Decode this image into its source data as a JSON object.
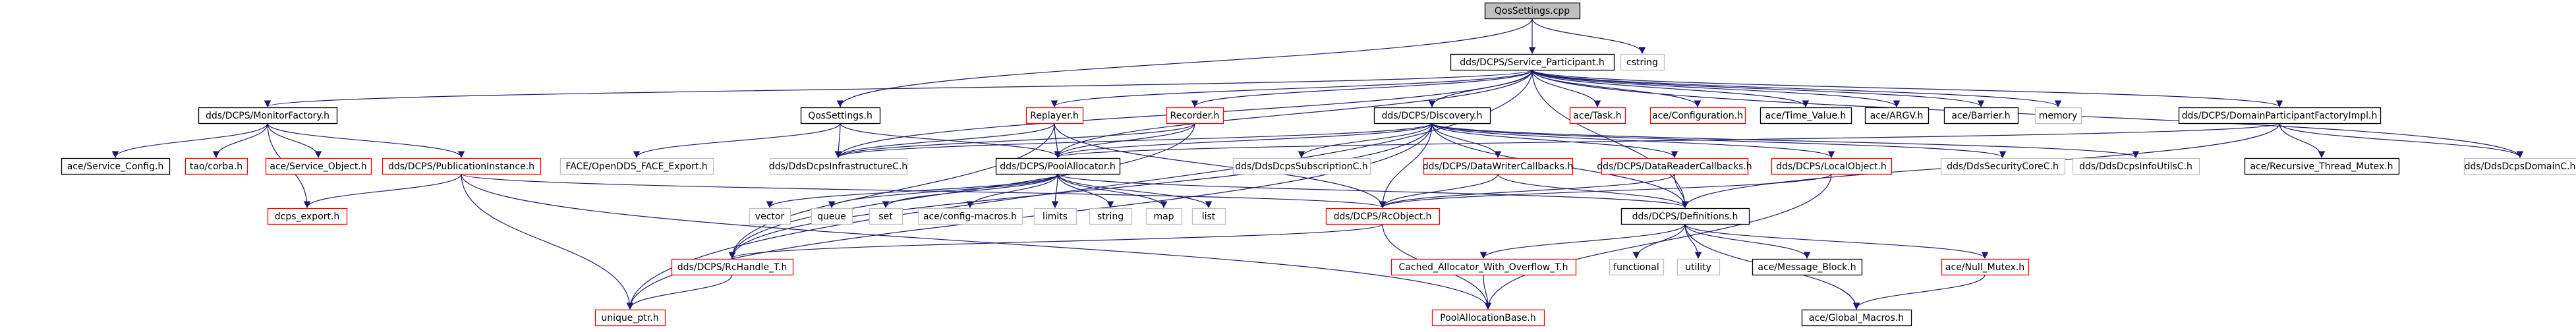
{
  "nodes": {
    "qossettings_cpp": {
      "label": "QosSettings.cpp",
      "style": "root"
    },
    "service_participant": {
      "label": "dds/DCPS/Service_Participant.h",
      "style": "black"
    },
    "cstring": {
      "label": "cstring",
      "style": "gray"
    },
    "monitor_factory": {
      "label": "dds/DCPS/MonitorFactory.h",
      "style": "black"
    },
    "qossettings_h": {
      "label": "QosSettings.h",
      "style": "black"
    },
    "replayer": {
      "label": "Replayer.h",
      "style": "red"
    },
    "recorder": {
      "label": "Recorder.h",
      "style": "red"
    },
    "discovery": {
      "label": "dds/DCPS/Discovery.h",
      "style": "black"
    },
    "ace_task": {
      "label": "ace/Task.h",
      "style": "red"
    },
    "ace_configuration": {
      "label": "ace/Configuration.h",
      "style": "red"
    },
    "ace_time_value": {
      "label": "ace/Time_Value.h",
      "style": "black"
    },
    "ace_argv": {
      "label": "ace/ARGV.h",
      "style": "black"
    },
    "ace_barrier": {
      "label": "ace/Barrier.h",
      "style": "black"
    },
    "memory": {
      "label": "memory",
      "style": "gray"
    },
    "domain_participant_factory_impl": {
      "label": "dds/DCPS/DomainParticipantFactoryImpl.h",
      "style": "black"
    },
    "ace_service_config": {
      "label": "ace/Service_Config.h",
      "style": "black"
    },
    "tao_corba": {
      "label": "tao/corba.h",
      "style": "red"
    },
    "ace_service_object": {
      "label": "ace/Service_Object.h",
      "style": "red"
    },
    "publication_instance": {
      "label": "dds/DCPS/PublicationInstance.h",
      "style": "red"
    },
    "face_opendds_face_export": {
      "label": "FACE/OpenDDS_FACE_Export.h",
      "style": "gray"
    },
    "dds_dcps_infrastructure_c": {
      "label": "dds/DdsDcpsInfrastructureC.h",
      "style": "gray"
    },
    "pool_allocator": {
      "label": "dds/DCPS/PoolAllocator.h",
      "style": "black"
    },
    "dds_dcps_subscription_c": {
      "label": "dds/DdsDcpsSubscriptionC.h",
      "style": "gray"
    },
    "data_writer_callbacks": {
      "label": "dds/DCPS/DataWriterCallbacks.h",
      "style": "red"
    },
    "data_reader_callbacks": {
      "label": "dds/DCPS/DataReaderCallbacks.h",
      "style": "red"
    },
    "local_object": {
      "label": "dds/DCPS/LocalObject.h",
      "style": "red"
    },
    "dds_security_core_c": {
      "label": "dds/DdsSecurityCoreC.h",
      "style": "gray"
    },
    "dds_dcps_info_utils_c": {
      "label": "dds/DdsDcpsInfoUtilsC.h",
      "style": "gray"
    },
    "ace_recursive_thread_mutex": {
      "label": "ace/Recursive_Thread_Mutex.h",
      "style": "black"
    },
    "dds_dcps_domain_c": {
      "label": "dds/DdsDcpsDomainC.h",
      "style": "gray"
    },
    "dcps_export": {
      "label": "dcps_export.h",
      "style": "red"
    },
    "vector": {
      "label": "vector",
      "style": "gray"
    },
    "queue": {
      "label": "queue",
      "style": "gray"
    },
    "set": {
      "label": "set",
      "style": "gray"
    },
    "ace_config_macros": {
      "label": "ace/config-macros.h",
      "style": "gray"
    },
    "limits": {
      "label": "limits",
      "style": "gray"
    },
    "string": {
      "label": "string",
      "style": "gray"
    },
    "map": {
      "label": "map",
      "style": "gray"
    },
    "list": {
      "label": "list",
      "style": "gray"
    },
    "rc_object": {
      "label": "dds/DCPS/RcObject.h",
      "style": "red"
    },
    "definitions": {
      "label": "dds/DCPS/Definitions.h",
      "style": "black"
    },
    "rc_handle_t": {
      "label": "dds/DCPS/RcHandle_T.h",
      "style": "red"
    },
    "cached_allocator": {
      "label": "Cached_Allocator_With_Overflow_T.h",
      "style": "red"
    },
    "functional": {
      "label": "functional",
      "style": "gray"
    },
    "utility": {
      "label": "utility",
      "style": "gray"
    },
    "ace_message_block": {
      "label": "ace/Message_Block.h",
      "style": "black"
    },
    "ace_null_mutex": {
      "label": "ace/Null_Mutex.h",
      "style": "red"
    },
    "unique_ptr": {
      "label": "unique_ptr.h",
      "style": "red"
    },
    "pool_allocation_base": {
      "label": "PoolAllocationBase.h",
      "style": "red"
    },
    "ace_global_macros": {
      "label": "ace/Global_Macros.h",
      "style": "black"
    }
  },
  "edges": [
    [
      "qossettings_cpp",
      "service_participant"
    ],
    [
      "qossettings_cpp",
      "cstring"
    ],
    [
      "qossettings_cpp",
      "qossettings_h"
    ],
    [
      "service_participant",
      "monitor_factory"
    ],
    [
      "service_participant",
      "replayer"
    ],
    [
      "service_participant",
      "recorder"
    ],
    [
      "service_participant",
      "discovery"
    ],
    [
      "service_participant",
      "ace_task"
    ],
    [
      "service_participant",
      "ace_configuration"
    ],
    [
      "service_participant",
      "ace_time_value"
    ],
    [
      "service_participant",
      "ace_argv"
    ],
    [
      "service_participant",
      "ace_barrier"
    ],
    [
      "service_participant",
      "memory"
    ],
    [
      "service_participant",
      "domain_participant_factory_impl"
    ],
    [
      "service_participant",
      "dds_dcps_infrastructure_c"
    ],
    [
      "service_participant",
      "pool_allocator"
    ],
    [
      "service_participant",
      "dds_dcps_domain_c"
    ],
    [
      "service_participant",
      "unique_ptr"
    ],
    [
      "service_participant",
      "definitions"
    ],
    [
      "monitor_factory",
      "ace_service_config"
    ],
    [
      "monitor_factory",
      "tao_corba"
    ],
    [
      "monitor_factory",
      "ace_service_object"
    ],
    [
      "monitor_factory",
      "publication_instance"
    ],
    [
      "monitor_factory",
      "dcps_export"
    ],
    [
      "qossettings_h",
      "face_opendds_face_export"
    ],
    [
      "qossettings_h",
      "dds_dcps_infrastructure_c"
    ],
    [
      "qossettings_h",
      "pool_allocator"
    ],
    [
      "replayer",
      "dds_dcps_infrastructure_c"
    ],
    [
      "replayer",
      "pool_allocator"
    ],
    [
      "replayer",
      "rc_object"
    ],
    [
      "replayer",
      "rc_handle_t"
    ],
    [
      "recorder",
      "dds_dcps_infrastructure_c"
    ],
    [
      "recorder",
      "pool_allocator"
    ],
    [
      "recorder",
      "rc_handle_t"
    ],
    [
      "discovery",
      "dds_dcps_infrastructure_c"
    ],
    [
      "discovery",
      "pool_allocator"
    ],
    [
      "discovery",
      "dds_dcps_subscription_c"
    ],
    [
      "discovery",
      "data_writer_callbacks"
    ],
    [
      "discovery",
      "data_reader_callbacks"
    ],
    [
      "discovery",
      "local_object"
    ],
    [
      "discovery",
      "dds_security_core_c"
    ],
    [
      "discovery",
      "dds_dcps_info_utils_c"
    ],
    [
      "discovery",
      "rc_object"
    ],
    [
      "discovery",
      "rc_handle_t"
    ],
    [
      "discovery",
      "unique_ptr"
    ],
    [
      "discovery",
      "definitions"
    ],
    [
      "domain_participant_factory_impl",
      "ace_recursive_thread_mutex"
    ],
    [
      "domain_participant_factory_impl",
      "dds_dcps_domain_c"
    ],
    [
      "domain_participant_factory_impl",
      "pool_allocator"
    ],
    [
      "domain_participant_factory_impl",
      "definitions"
    ],
    [
      "publication_instance",
      "dcps_export"
    ],
    [
      "publication_instance",
      "rc_object"
    ],
    [
      "publication_instance",
      "unique_ptr"
    ],
    [
      "publication_instance",
      "pool_allocation_base"
    ],
    [
      "pool_allocator",
      "vector"
    ],
    [
      "pool_allocator",
      "queue"
    ],
    [
      "pool_allocator",
      "set"
    ],
    [
      "pool_allocator",
      "ace_config_macros"
    ],
    [
      "pool_allocator",
      "limits"
    ],
    [
      "pool_allocator",
      "string"
    ],
    [
      "pool_allocator",
      "map"
    ],
    [
      "pool_allocator",
      "list"
    ],
    [
      "pool_allocator",
      "definitions"
    ],
    [
      "data_writer_callbacks",
      "rc_object"
    ],
    [
      "data_writer_callbacks",
      "definitions"
    ],
    [
      "data_reader_callbacks",
      "rc_object"
    ],
    [
      "data_reader_callbacks",
      "definitions"
    ],
    [
      "local_object",
      "rc_object"
    ],
    [
      "local_object",
      "pool_allocation_base"
    ],
    [
      "rc_object",
      "rc_handle_t"
    ],
    [
      "rc_object",
      "pool_allocation_base"
    ],
    [
      "definitions",
      "cached_allocator"
    ],
    [
      "definitions",
      "functional"
    ],
    [
      "definitions",
      "utility"
    ],
    [
      "definitions",
      "ace_message_block"
    ],
    [
      "definitions",
      "ace_null_mutex"
    ],
    [
      "definitions",
      "ace_global_macros"
    ],
    [
      "rc_handle_t",
      "unique_ptr"
    ],
    [
      "cached_allocator",
      "pool_allocation_base"
    ],
    [
      "ace_null_mutex",
      "ace_global_macros"
    ]
  ],
  "colors": {
    "edge": "#191970",
    "root_fill": "#bfbfbf",
    "node_border": "#000000",
    "red_border": "#ff0000",
    "gray_border": "#bfbfbf",
    "text": "#000000"
  }
}
